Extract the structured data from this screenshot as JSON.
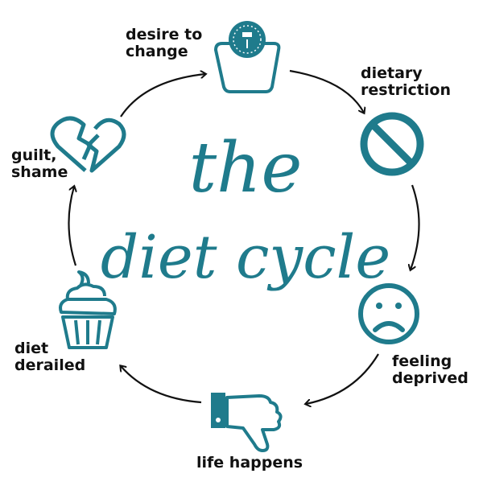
{
  "colors": {
    "accent": "#1f7b8c",
    "ink": "#111111",
    "background": "#ffffff"
  },
  "title": {
    "line1": "the",
    "line2": "diet cycle"
  },
  "steps": [
    {
      "id": "desire",
      "lines": [
        "desire to",
        "change"
      ],
      "icon": "bathroom-scale-icon"
    },
    {
      "id": "restriction",
      "lines": [
        "dietary",
        "restriction"
      ],
      "icon": "prohibited-icon"
    },
    {
      "id": "deprived",
      "lines": [
        "feeling",
        "deprived"
      ],
      "icon": "sad-face-icon"
    },
    {
      "id": "life",
      "lines": [
        "life happens"
      ],
      "icon": "thumbs-down-icon"
    },
    {
      "id": "derailed",
      "lines": [
        "diet",
        "derailed"
      ],
      "icon": "cupcake-icon"
    },
    {
      "id": "guilt",
      "lines": [
        "guilt,",
        "shame"
      ],
      "icon": "broken-heart-icon"
    }
  ]
}
